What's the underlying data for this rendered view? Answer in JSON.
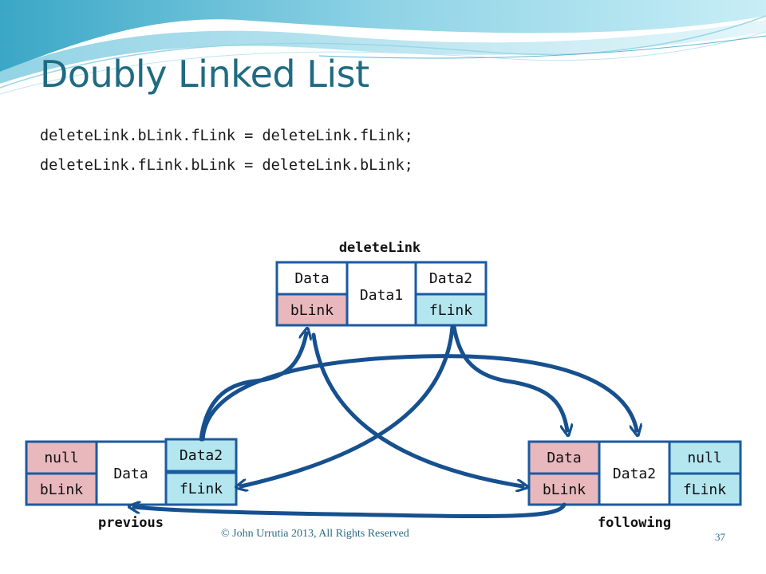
{
  "slide": {
    "title": "Doubly Linked List",
    "code_lines": [
      "deleteLink.bLink.fLink = deleteLink.fLink;",
      "deleteLink.fLink.bLink = deleteLink.bLink;"
    ],
    "footer": "© John Urrutia 2013, All Rights Reserved",
    "page_number": "37"
  },
  "colors": {
    "title": "#1f6b82",
    "box_border": "#1b5aa0",
    "blink_fill": "#e8b8bd",
    "flink_fill": "#b4e6f0",
    "data_fill": "#ffffff",
    "arrow": "#17508f"
  },
  "nodes": {
    "delete": {
      "label": "deleteLink",
      "top_left": "Data",
      "bottom_left": "bLink",
      "center": "Data1",
      "top_right": "Data2",
      "bottom_right": "fLink"
    },
    "previous": {
      "label": "previous",
      "top_left": "null",
      "bottom_left": "bLink",
      "center": "Data",
      "top_right": "Data2",
      "bottom_right": "fLink"
    },
    "following": {
      "label": "following",
      "top_left": "Data",
      "bottom_left": "bLink",
      "center": "Data2",
      "top_right": "null",
      "bottom_right": "fLink"
    }
  }
}
